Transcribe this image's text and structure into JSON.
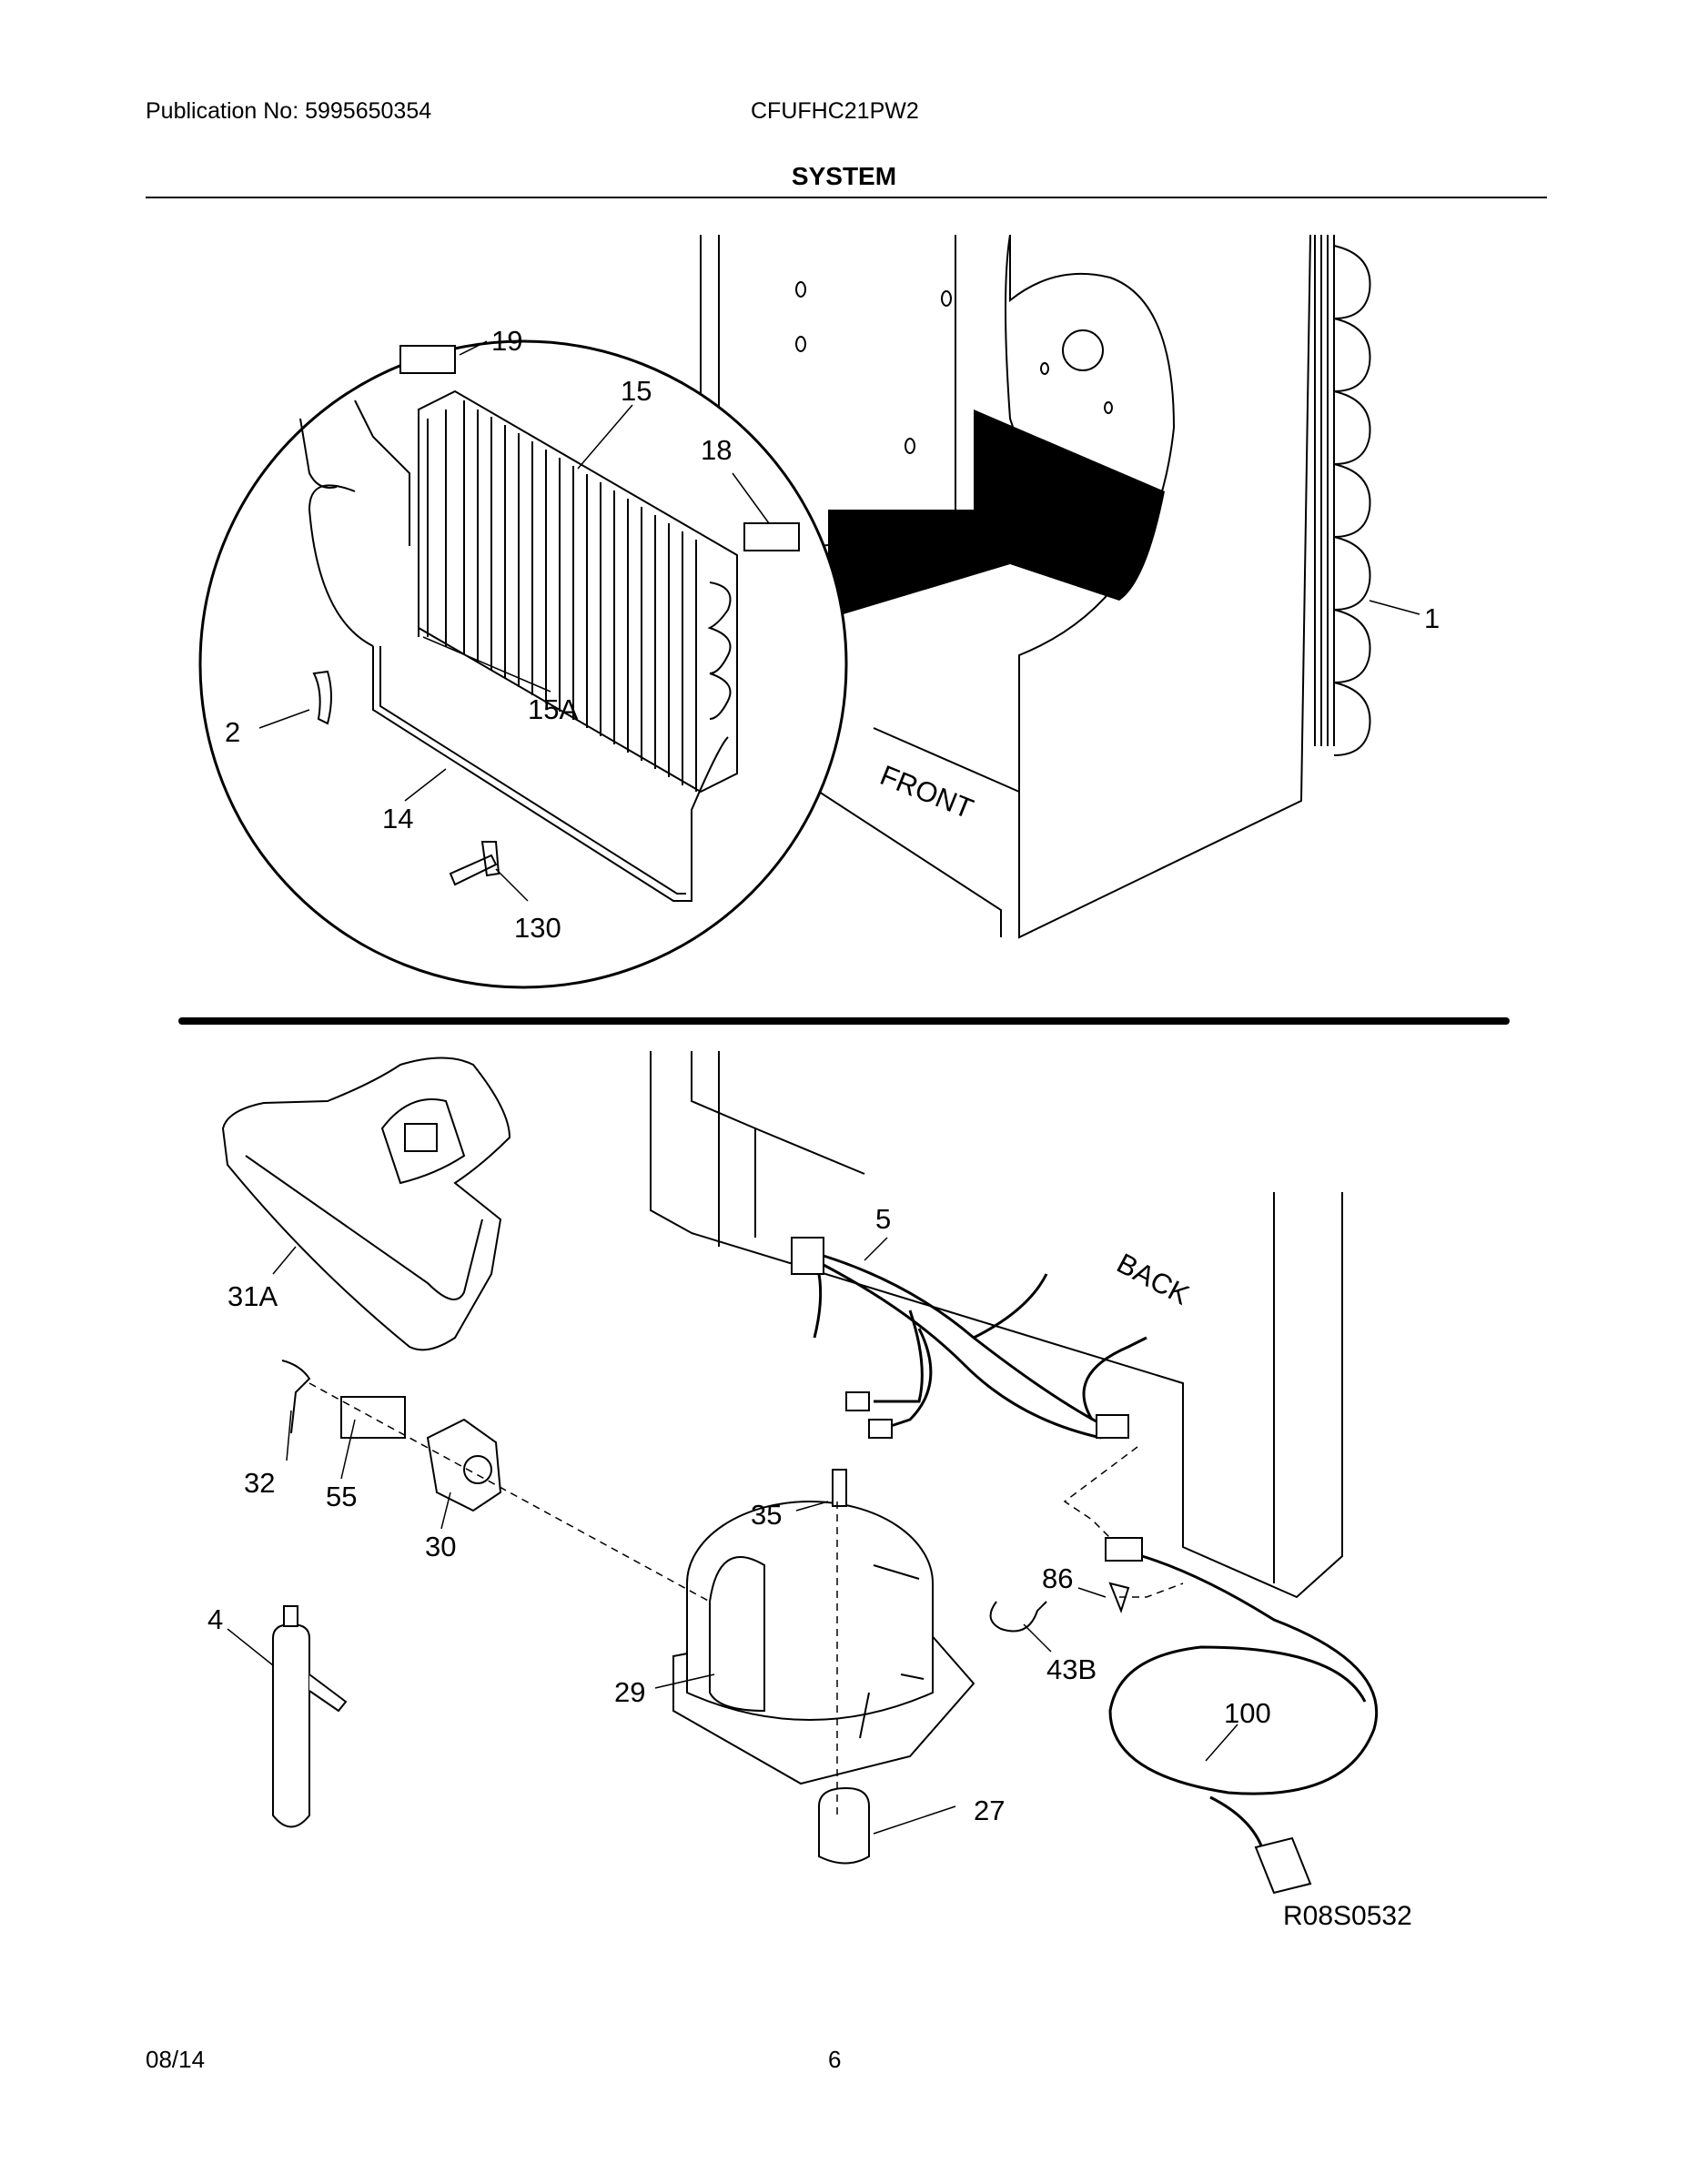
{
  "header": {
    "publication": "Publication No: 5995650354",
    "model": "CFUFHC21PW2",
    "section_title": "SYSTEM"
  },
  "diagram": {
    "upper_labels": [
      "19",
      "15",
      "18",
      "1",
      "15A",
      "2",
      "14",
      "130"
    ],
    "lower_labels": [
      "5",
      "31A",
      "32",
      "55",
      "30",
      "35",
      "86",
      "4",
      "29",
      "43B",
      "100",
      "27"
    ],
    "orientation": {
      "front": "FRONT",
      "back": "BACK"
    },
    "reference": "R08S0532"
  },
  "footer": {
    "date": "08/14",
    "page": "6"
  }
}
